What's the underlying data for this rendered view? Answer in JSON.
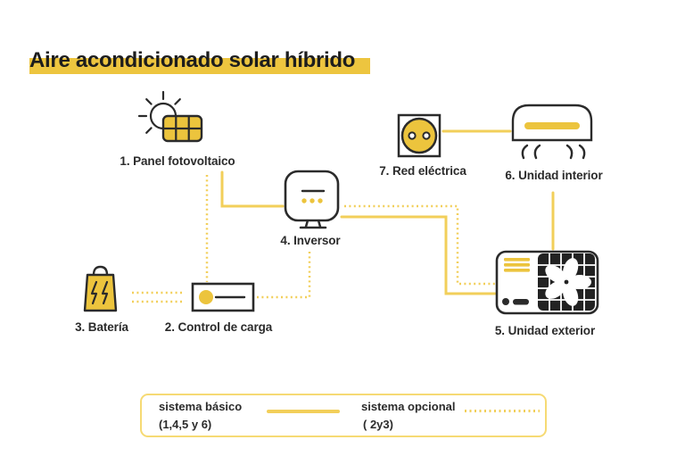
{
  "title": "Aire acondicionado solar híbrido",
  "colors": {
    "accent_yellow": "#edc53f",
    "icon_fill_yellow": "#ecc43d",
    "line_yellow": "#f2cf5a",
    "ink": "#2b2b2b",
    "background": "#ffffff"
  },
  "components": {
    "panel": {
      "number": "1",
      "label": "1. Panel fotovoltaico",
      "icon": "solar-panel-with-sun"
    },
    "controller": {
      "number": "2",
      "label": "2. Control de carga",
      "icon": "charge-controller"
    },
    "battery": {
      "number": "3",
      "label": "3. Batería",
      "icon": "battery"
    },
    "inverter": {
      "number": "4",
      "label": "4. Inversor",
      "icon": "inverter-monitor"
    },
    "outdoor": {
      "number": "5",
      "label": "5. Unidad exterior",
      "icon": "ac-outdoor-unit-fan"
    },
    "indoor": {
      "number": "6",
      "label": "6. Unidad interior",
      "icon": "ac-indoor-unit"
    },
    "grid": {
      "number": "7",
      "label": "7. Red eléctrica",
      "icon": "power-outlet"
    }
  },
  "connections": [
    {
      "from": "1",
      "to": "4",
      "style": "solid"
    },
    {
      "from": "1",
      "to": "2",
      "style": "dotted"
    },
    {
      "from": "3",
      "to": "2",
      "style": "dotted"
    },
    {
      "from": "2",
      "to": "4",
      "style": "dotted"
    },
    {
      "from": "4",
      "to": "5",
      "style": "solid"
    },
    {
      "from": "4",
      "to": "5",
      "style": "dotted"
    },
    {
      "from": "7",
      "to": "6",
      "style": "solid"
    },
    {
      "from": "6",
      "to": "5",
      "style": "solid"
    }
  ],
  "legend": {
    "basic": {
      "label": "sistema básico",
      "sublabel": "(1,4,5 y 6)",
      "line_style": "solid"
    },
    "optional": {
      "label": "sistema opcional",
      "sublabel": "( 2y3)",
      "line_style": "dotted"
    }
  }
}
